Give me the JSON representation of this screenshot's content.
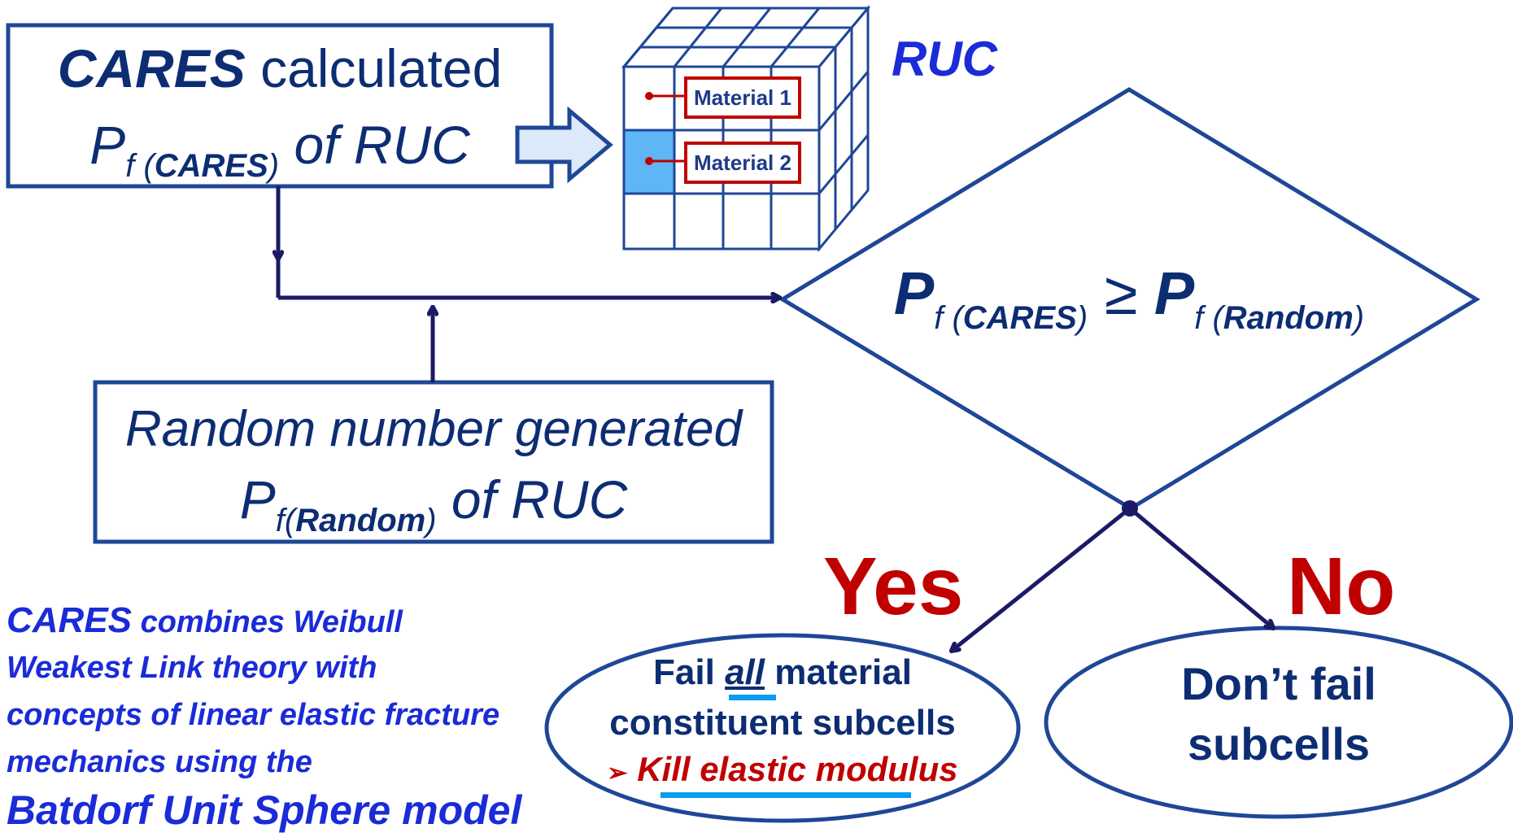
{
  "cares_box": {
    "bold": "CARES",
    "rest": " calculated",
    "p": "P",
    "sub_f": "f (",
    "sub_name": "CARES",
    "sub_close": ")",
    "tail": " of RUC"
  },
  "ruc": {
    "label": "RUC",
    "material1": "Material 1",
    "material2": "Material 2"
  },
  "random_box": {
    "line1": "Random number generated",
    "p": "P",
    "sub_f": "f(",
    "sub_name": "Random",
    "sub_close": ")",
    "tail": " of RUC"
  },
  "decision": {
    "p1": "P",
    "sub1_f": "f (",
    "sub1_name": "CARES",
    "sub1_close": ")",
    "op": "≥",
    "p2": "P",
    "sub2_f": "f (",
    "sub2_name": "Random",
    "sub2_close": ")"
  },
  "branches": {
    "yes": "Yes",
    "no": "No"
  },
  "yes_outcome": {
    "pre": "Fail ",
    "emph": "all",
    "post": " material",
    "line2": "constituent subcells",
    "bullet": "➢",
    "line3": "Kill elastic  modulus"
  },
  "no_outcome": {
    "line1": "Don’t fail",
    "line2": "subcells"
  },
  "note": {
    "bold": "CARES",
    "l1": " combines Weibull",
    "l2": "Weakest Link theory with",
    "l3": "concepts of linear elastic fracture",
    "l4": "mechanics using the",
    "l5": "Batdorf Unit Sphere model"
  },
  "colors": {
    "navy": "#0d2d73",
    "box_border": "#1f4797",
    "note_blue": "#1a2bd8",
    "red": "#c00000",
    "highlight": "#0a9cf0",
    "cell_fill": "#5eb6f4"
  }
}
